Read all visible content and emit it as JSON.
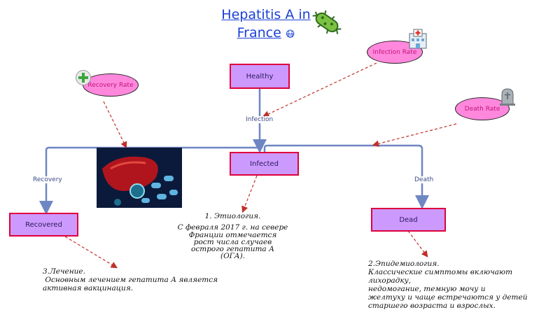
{
  "title": {
    "line1": "Hepatitis A in",
    "line2": "France",
    "emoji": "😷"
  },
  "nodes": {
    "healthy": "Healthy",
    "infected": "Infected",
    "recovered": "Recovered",
    "dead": "Dead"
  },
  "rates": {
    "infection": "Infection Rate",
    "recovery": "Recovery Rate",
    "death": "Death Rate"
  },
  "flows": {
    "infection": "Infection",
    "recovery": "Recovery",
    "death": "Death"
  },
  "notes": {
    "etiology_title": "1. Этиология.",
    "etiology_l1": "С февраля 2017 г. на севере",
    "etiology_l2": "Франции отмечается",
    "etiology_l3": "рост числа случаев",
    "etiology_l4": "острого гепатита А",
    "etiology_l5": "(ОГА).",
    "treatment_title": "3.Лечение.",
    "treatment_l1": " Основным лечением гепатита А является",
    "treatment_l2": "активная вакцинация.",
    "epi_title": "2.Эпидемиология.",
    "epi_l1": "Классические симптомы включают лихорадку,",
    "epi_l2": "недомогание, темную мочу и",
    "epi_l3": "желтуху и чаще встречаются у детей",
    "epi_l4": "старшего возраста и взрослых."
  },
  "icons": [
    "bacteria-icon",
    "hospital-icon",
    "health-plus-icon",
    "tombstone-icon",
    "liver-virus-image"
  ]
}
